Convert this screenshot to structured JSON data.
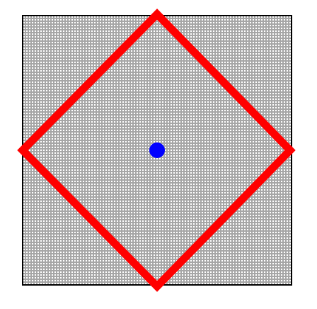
{
  "colors": {
    "background": "#ffffff",
    "square_fill": "#a6a6a6",
    "dot_pattern": "#ffffff",
    "square_border": "#000000",
    "diamond_stroke": "#ff0000",
    "center_point": "#0000ff"
  },
  "figure": {
    "shapes": [
      "dotted-square",
      "red-diamond",
      "blue-center-dot"
    ]
  }
}
